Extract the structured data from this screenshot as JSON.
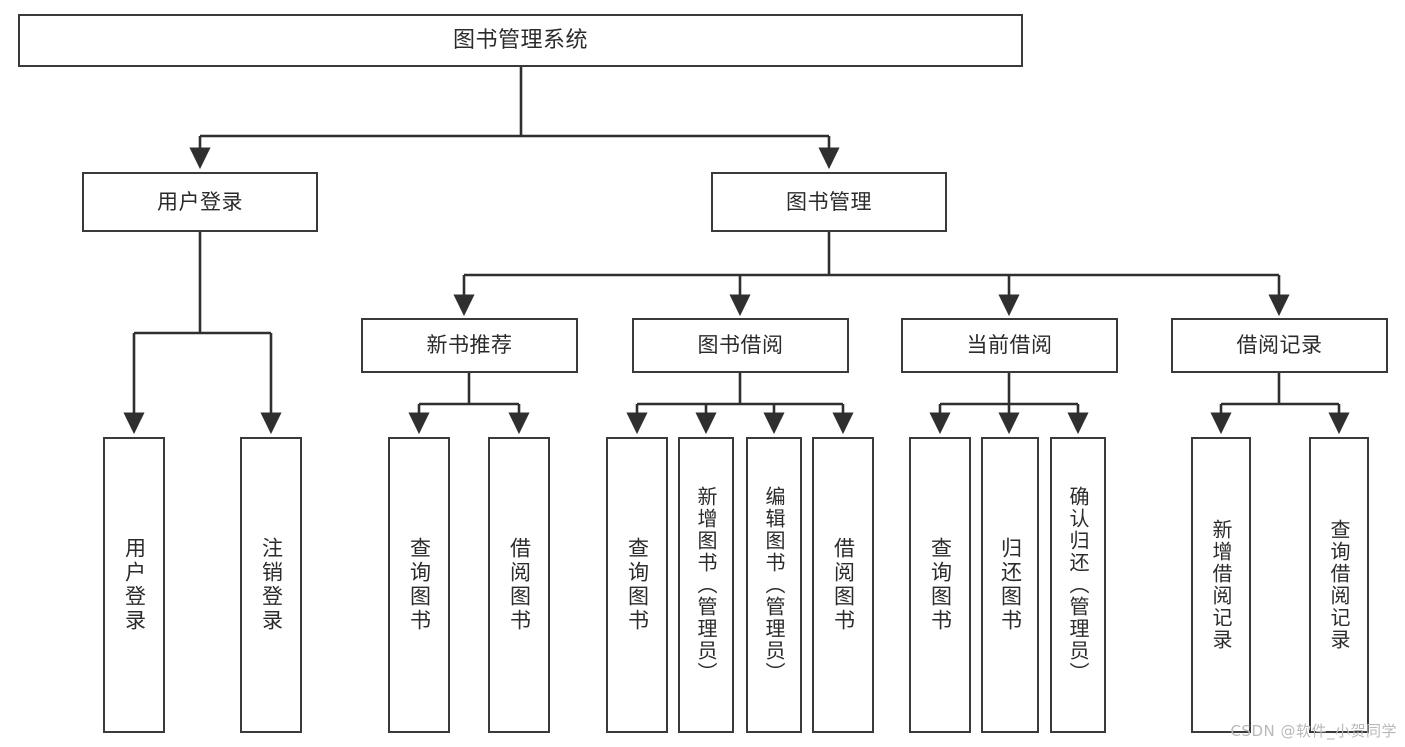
{
  "diagram": {
    "type": "tree-hierarchy",
    "title": "图书管理系统",
    "orientation": "top-down",
    "colors": {
      "background": "#ffffff",
      "box_border": "#3a3a3a",
      "box_fill": "#ffffff",
      "text": "#2b2b2b",
      "edge": "#2f2f2f",
      "watermark": "#b9b9b9"
    },
    "root": {
      "label": "图书管理系统"
    },
    "level2": [
      {
        "label": "用户登录"
      },
      {
        "label": "图书管理"
      }
    ],
    "level3": [
      {
        "label": "新书推荐"
      },
      {
        "label": "图书借阅"
      },
      {
        "label": "当前借阅"
      },
      {
        "label": "借阅记录"
      }
    ],
    "leaves": {
      "user_login": [
        {
          "label": "用户登录"
        },
        {
          "label": "注销登录"
        }
      ],
      "new_book_recommend": [
        {
          "label": "查询图书"
        },
        {
          "label": "借阅图书"
        }
      ],
      "book_borrow": [
        {
          "label": "查询图书"
        },
        {
          "label": "新增图书（管理员）"
        },
        {
          "label": "编辑图书（管理员）"
        },
        {
          "label": "借阅图书"
        }
      ],
      "current_borrow": [
        {
          "label": "查询图书"
        },
        {
          "label": "归还图书"
        },
        {
          "label": "确认归还（管理员）"
        }
      ],
      "borrow_record": [
        {
          "label": "新增借阅记录"
        },
        {
          "label": "查询借阅记录"
        }
      ]
    },
    "watermark": "CSDN @软件_小贺同学"
  }
}
